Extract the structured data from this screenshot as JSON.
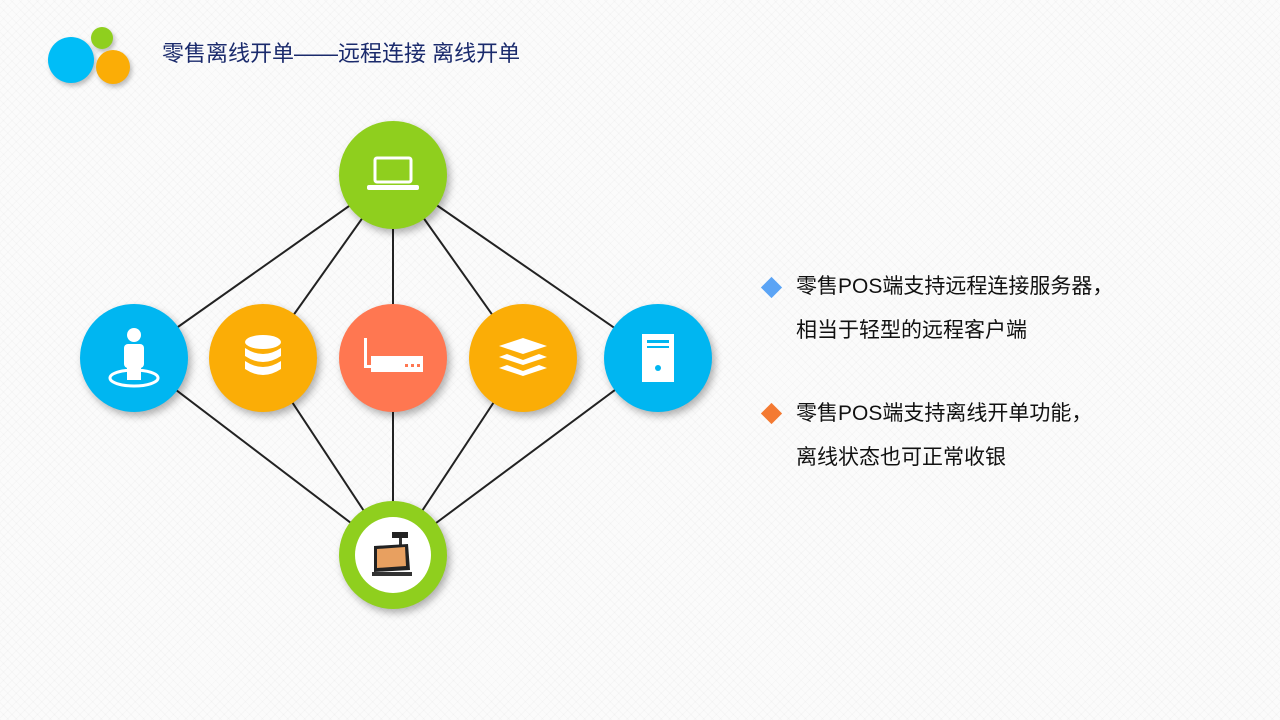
{
  "header": {
    "title": "零售离线开单——远程连接 离线开单"
  },
  "nodes": {
    "top": {
      "icon": "laptop-icon",
      "color": "#8fcf1e"
    },
    "middle": [
      {
        "icon": "user-location-icon",
        "color": "#00b6f1"
      },
      {
        "icon": "database-icon",
        "color": "#fbad06"
      },
      {
        "icon": "router-icon",
        "color": "#ff7751"
      },
      {
        "icon": "layers-icon",
        "color": "#fbad06"
      },
      {
        "icon": "server-icon",
        "color": "#00b6f1"
      }
    ],
    "bottom": {
      "icon": "pos-terminal-icon",
      "color": "#8fcf1e"
    }
  },
  "bullets": [
    {
      "color": "#5ba4f5",
      "lines": [
        "零售POS端支持远程连接服务器，",
        "相当于轻型的远程客户端"
      ]
    },
    {
      "color": "#f47a32",
      "lines": [
        "零售POS端支持离线开单功能，",
        "离线状态也可正常收银"
      ]
    }
  ]
}
